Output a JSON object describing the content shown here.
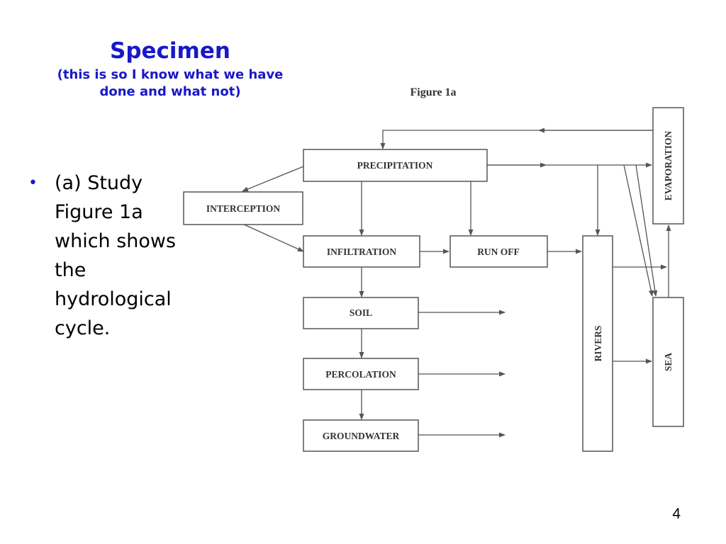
{
  "slide": {
    "title": "Specimen",
    "subtitle_line1": "(this is so I know what we have",
    "subtitle_line2": "done and what not)",
    "bullet_marker": "•",
    "bullet_text": "(a) Study Figure 1a which shows the hydrological cycle.",
    "page_number": "4"
  },
  "figure": {
    "title": "Figure 1a",
    "nodes": {
      "precipitation": "PRECIPITATION",
      "interception": "INTERCEPTION",
      "infiltration": "INFILTRATION",
      "run_off": "RUN OFF",
      "soil": "SOIL",
      "percolation": "PERCOLATION",
      "groundwater": "GROUNDWATER",
      "rivers": "RIVERS",
      "sea": "SEA",
      "evaporation": "EVAPORATION"
    }
  }
}
